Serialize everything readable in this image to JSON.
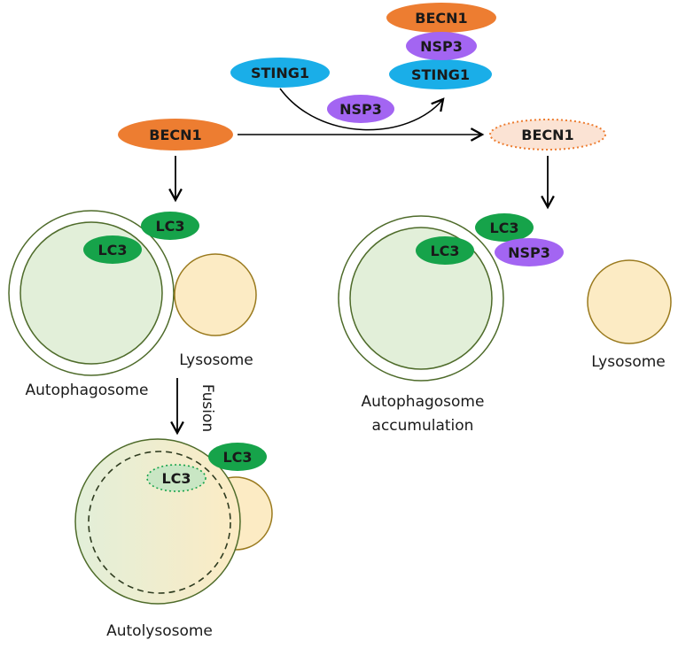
{
  "proteins": {
    "becn1": "BECN1",
    "sting1": "STING1",
    "nsp3": "NSP3",
    "lc3": "LC3"
  },
  "labels": {
    "lysosome": "Lysosome",
    "autophagosome": "Autophagosome",
    "fusion": "Fusion",
    "autolysosome": "Autolysosome",
    "accumulation_line1": "Autophagosome",
    "accumulation_line2": "accumulation"
  },
  "colors": {
    "becn1": "#ED7D31",
    "becn1_faded": "#FBE3D4",
    "becn1_dotted_border": "#ED7D31",
    "sting1": "#1AAEE8",
    "nsp3": "#A365F2",
    "lc3": "#16A34A",
    "lc3_faded": "#C9E6C4",
    "membrane": "#4E6B2A",
    "autophagosome_fill": "#E2EFD9",
    "lysosome_fill": "#FCEBC4",
    "lysosome_border": "#9A7A1E"
  }
}
